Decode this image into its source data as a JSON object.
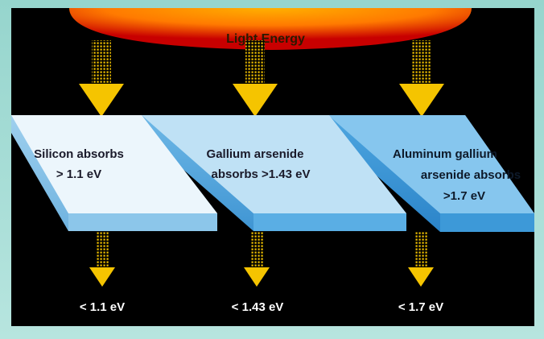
{
  "source": {
    "label": "Light Energy"
  },
  "colors": {
    "background": "#000000",
    "arrow": "#f5c400",
    "source_core": "#ff8a00",
    "source_edge": "#c80000",
    "plate_silicon": "#e6f3fb",
    "plate_gaas": "#b5dcf3",
    "plate_algaas": "#7ec3ec"
  },
  "layers": [
    {
      "name": "silicon",
      "line1": "Silicon absorbs",
      "line2": "> 1.1 eV",
      "line3": "",
      "passes": "< 1.1 eV"
    },
    {
      "name": "gallium-arsenide",
      "line1": "Gallium arsenide",
      "line2": "absorbs >1.43 eV",
      "line3": "",
      "passes": "< 1.43 eV"
    },
    {
      "name": "aluminum-gallium-arsenide",
      "line1": "Aluminum gallium",
      "line2": "arsenide absorbs",
      "line3": ">1.7 eV",
      "passes": "< 1.7 eV"
    }
  ]
}
